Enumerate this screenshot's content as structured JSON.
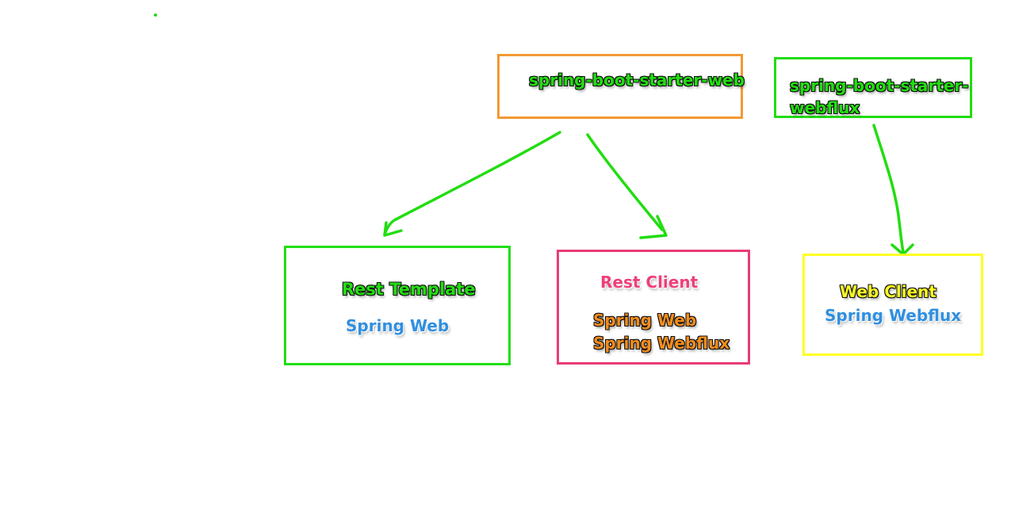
{
  "colors": {
    "green": "#22dd11",
    "orange": "#f29a33",
    "pink": "#ea3b78",
    "yellow": "#ffff22",
    "blue": "#2f8fe0",
    "label_orange": "#f28c1e",
    "label_pink": "#ee3f7a"
  },
  "starters": {
    "web": "spring-boot-starter-web",
    "webflux_line1": "spring-boot-starter-",
    "webflux_line2": "webflux"
  },
  "clients": {
    "rest_template": {
      "title": "Rest Template",
      "supports": [
        "Spring Web"
      ]
    },
    "rest_client": {
      "title": "Rest Client",
      "supports": [
        "Spring Web",
        "Spring Webflux"
      ]
    },
    "web_client": {
      "title": "Web Client",
      "supports": [
        "Spring Webflux"
      ]
    }
  }
}
